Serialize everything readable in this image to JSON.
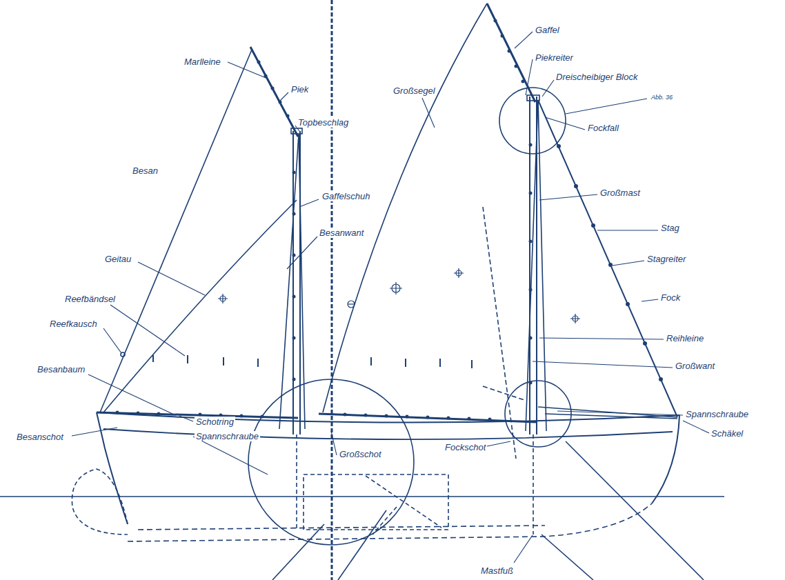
{
  "diagram": {
    "labels": [
      "Marlleine",
      "Piek",
      "Topbeschlag",
      "Besan",
      "Gaffelschuh",
      "Besanwant",
      "Geitau",
      "Reefbändsel",
      "Reefkausch",
      "Besanbaum",
      "Besanschot",
      "Schotring",
      "Spannschraube",
      "Großschot",
      "Großsegel",
      "Gaffel",
      "Piekreiter",
      "Dreischeibiger Block",
      "Abb. 36",
      "Fockfall",
      "Großmast",
      "Stag",
      "Stagreiter",
      "Fock",
      "Reihleine",
      "Großwant",
      "Spannschraube",
      "Schäkel",
      "Fockschot",
      "Mastfuß"
    ]
  }
}
